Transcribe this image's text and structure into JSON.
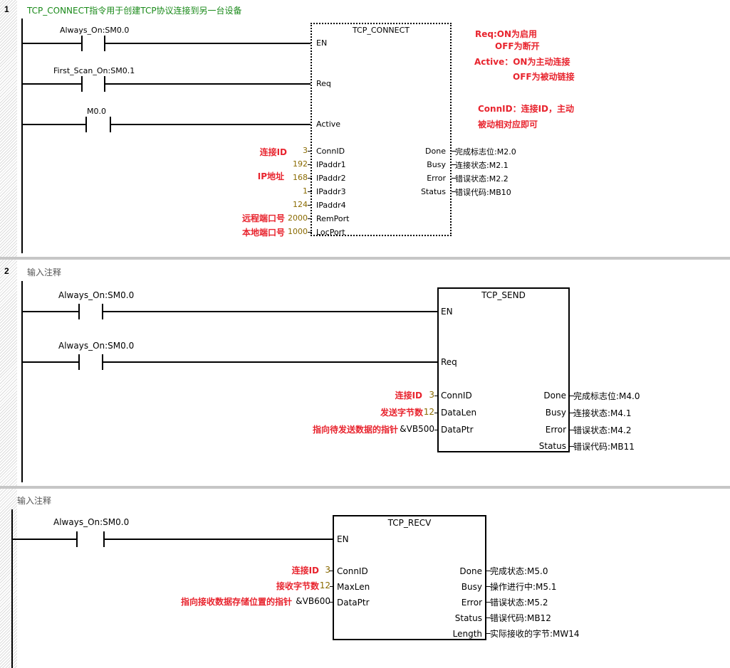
{
  "networks": [
    {
      "number": "1",
      "comment": "TCP_CONNECT指令用于创建TCP协议连接到另一台设备",
      "contacts": [
        {
          "label": "Always_On:SM0.0"
        },
        {
          "label": "First_Scan_On:SM0.1"
        },
        {
          "label": "M0.0"
        }
      ],
      "block": {
        "title": "TCP_CONNECT",
        "in_pins": [
          "EN",
          "Req",
          "Active",
          "ConnID",
          "IPaddr1",
          "IPaddr2",
          "IPaddr3",
          "IPaddr4",
          "RemPort",
          "LocPort"
        ],
        "in_values": [
          "3",
          "192",
          "168",
          "1",
          "124",
          "2000",
          "1000"
        ],
        "out_pins": [
          "Done",
          "Busy",
          "Error",
          "Status"
        ],
        "out_values": [
          "完成标志位:M2.0",
          "连接状态:M2.1",
          "错误状态:M2.2",
          "错误代码:MB10"
        ]
      },
      "annotations": {
        "conn_id": "连接ID",
        "ip": "IP地址",
        "remote_port": "远程端口号",
        "local_port": "本地端口号",
        "req_line1": "Req:ON为启用",
        "req_line2": "OFF为断开",
        "active_line1": "Active：ON为主动连接",
        "active_line2": "OFF为被动链接",
        "connid_line1": "ConnID：连接ID，主动",
        "connid_line2": "被动相对应即可"
      }
    },
    {
      "number": "2",
      "comment": "输入注释",
      "contacts": [
        {
          "label": "Always_On:SM0.0"
        },
        {
          "label": "Always_On:SM0.0"
        }
      ],
      "block": {
        "title": "TCP_SEND",
        "in_pins": [
          "EN",
          "Req",
          "ConnID",
          "DataLen",
          "DataPtr"
        ],
        "in_values": [
          "3",
          "12",
          "&VB500"
        ],
        "out_pins": [
          "Done",
          "Busy",
          "Error",
          "Status"
        ],
        "out_values": [
          "完成标志位:M4.0",
          "连接状态:M4.1",
          "错误状态:M4.2",
          "错误代码:MB11"
        ]
      },
      "annotations": {
        "conn_id": "连接ID",
        "data_len": "发送字节数",
        "data_ptr": "指向待发送数据的指针"
      }
    },
    {
      "number": "",
      "comment": "输入注释",
      "contacts": [
        {
          "label": "Always_On:SM0.0"
        }
      ],
      "block": {
        "title": "TCP_RECV",
        "in_pins": [
          "EN",
          "ConnID",
          "MaxLen",
          "DataPtr"
        ],
        "in_values": [
          "3",
          "12",
          "&VB600"
        ],
        "out_pins": [
          "Done",
          "Busy",
          "Error",
          "Status",
          "Length"
        ],
        "out_values": [
          "完成状态:M5.0",
          "操作进行中:M5.1",
          "错误状态:M5.2",
          "错误代码:MB12",
          "实际接收的字节:MW14"
        ]
      },
      "annotations": {
        "conn_id": "连接ID",
        "max_len": "接收字节数",
        "data_ptr": "指向接收数据存储位置的指针"
      }
    }
  ],
  "colors": {
    "comment_green": "#1a8a1a",
    "comment_gray": "#555555",
    "annotation_red": "#e8242e",
    "value_olive": "#8a6a00"
  }
}
